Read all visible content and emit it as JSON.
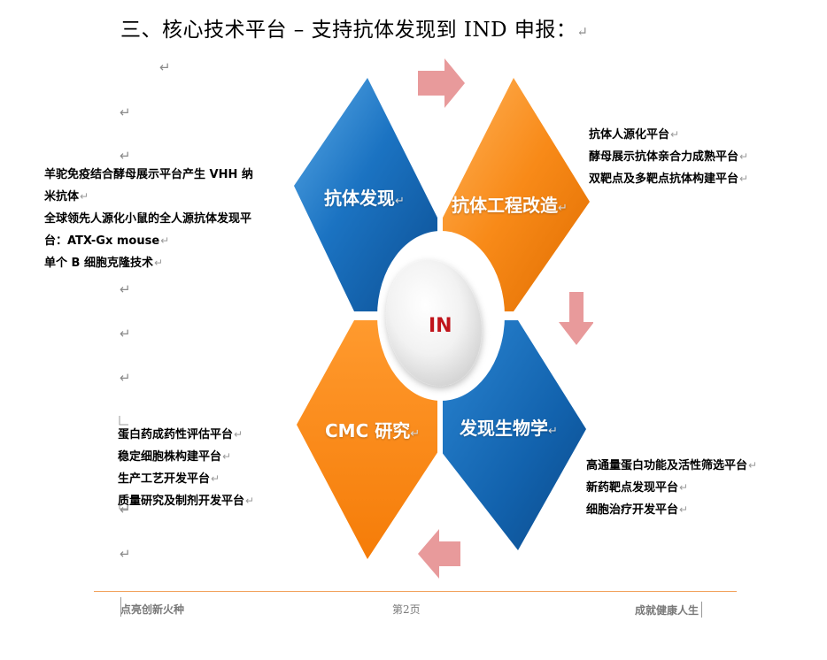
{
  "heading": "三、核心技术平台 – 支持抗体发现到 IND 申报：",
  "paragraph_mark": "↵",
  "diagram": {
    "center_label": "IN",
    "quadrants": {
      "top_left": "抗体发现",
      "top_right": "抗体工程改造",
      "bottom_left": "CMC 研究",
      "bottom_right": "发现生物学"
    },
    "colors": {
      "blue": "#1468b8",
      "orange": "#f7820c",
      "arrow": "#e8999a",
      "center": "#d9d9d9",
      "center_text": "#c0141b"
    }
  },
  "lists": {
    "discovery": [
      "羊驼免疫结合酵母展示平台产生 VHH 纳",
      "米抗体",
      "全球领先人源化小鼠的全人源抗体发现平",
      "台：ATX-Gx mouse",
      "单个 B 细胞克隆技术"
    ],
    "engineering": [
      "抗体人源化平台",
      "酵母展示抗体亲合力成熟平台",
      "双靶点及多靶点抗体构建平台"
    ],
    "cmc": [
      "蛋白药成药性评估平台",
      "稳定细胞株构建平台",
      "生产工艺开发平台",
      "质量研究及制剂开发平台"
    ],
    "biology": [
      "高通量蛋白功能及活性筛选平台",
      "新药靶点发现平台",
      "细胞治疗开发平台"
    ]
  },
  "footer": {
    "left": "点亮创新火种",
    "center": "第2页",
    "right": "成就健康人生"
  }
}
